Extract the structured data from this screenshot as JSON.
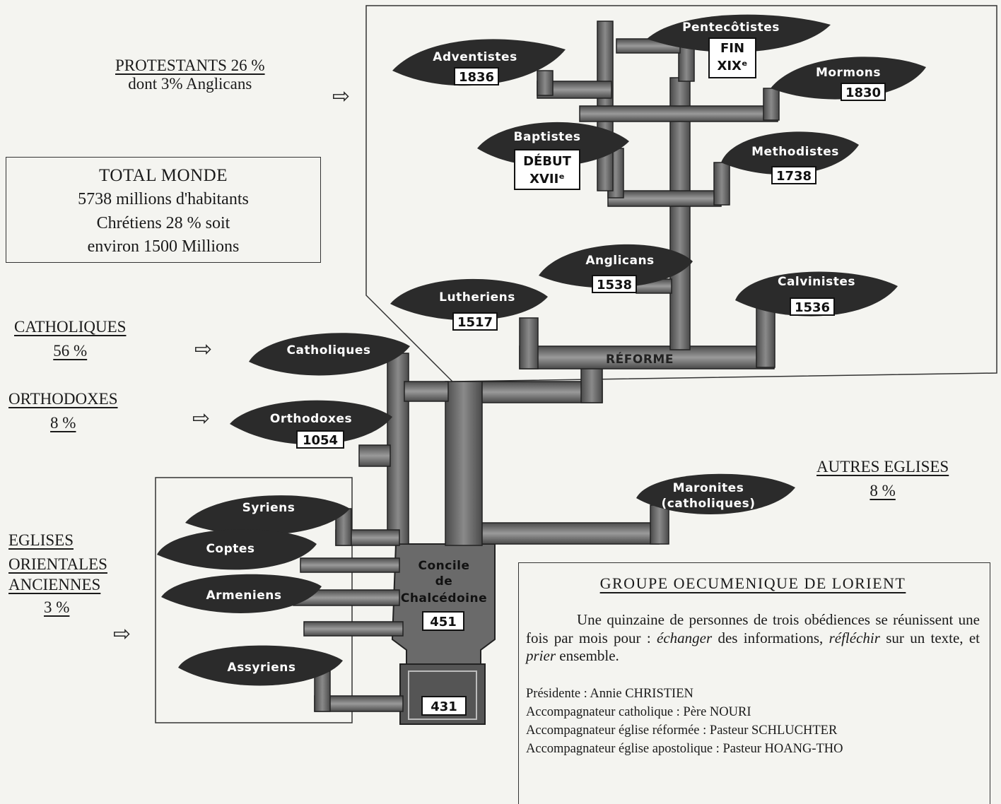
{
  "protestants": {
    "label": "PROTESTANTS 26 %",
    "sub": "dont 3% Anglicans"
  },
  "total": {
    "title": "TOTAL MONDE",
    "line1": "5738 millions d'habitants",
    "line2": "Chrétiens 28 % soit",
    "line3": "environ 1500 Millions"
  },
  "catholiques": {
    "label": "CATHOLIQUES",
    "pct": "56 %"
  },
  "orthodoxes": {
    "label": "ORTHODOXES",
    "pct": "8 %"
  },
  "orientales": {
    "line1": "EGLISES",
    "line2": "ORIENTALES",
    "line3": "ANCIENNES",
    "pct": "3 %"
  },
  "autres": {
    "label": "AUTRES EGLISES",
    "pct": "8 %"
  },
  "arrow_glyph": "⇨",
  "tree": {
    "leaves": {
      "adventistes": {
        "name": "Adventistes",
        "year": "1836"
      },
      "pentecotistes": {
        "name": "Pentecôtistes",
        "year1": "FIN",
        "year2": "XIXᵉ"
      },
      "mormons": {
        "name": "Mormons",
        "year": "1830"
      },
      "baptistes": {
        "name": "Baptistes",
        "year1": "DÉBUT",
        "year2": "XVIIᵉ"
      },
      "methodistes": {
        "name": "Methodistes",
        "year": "1738"
      },
      "anglicans": {
        "name": "Anglicans",
        "year": "1538"
      },
      "lutheriens": {
        "name": "Lutheriens",
        "year": "1517"
      },
      "calvinistes": {
        "name": "Calvinistes",
        "year": "1536"
      },
      "catholiques": {
        "name": "Catholiques"
      },
      "orthodoxes": {
        "name": "Orthodoxes",
        "year": "1054"
      },
      "maronites": {
        "name1": "Maronites",
        "name2": "(catholiques)"
      },
      "syriens": {
        "name": "Syriens"
      },
      "coptes": {
        "name": "Coptes"
      },
      "armeniens": {
        "name": "Armeniens"
      },
      "assyriens": {
        "name": "Assyriens"
      }
    },
    "reforme": "RÉFORME",
    "concile": {
      "line1": "Concile",
      "line2": "de",
      "line3": "Chalcédoine",
      "year": "451"
    },
    "root_year": "431"
  },
  "groupe": {
    "title": "GROUPE OECUMENIQUE DE LORIENT",
    "desc_a": "Une quinzaine de personnes de trois obédiences se réunissent une fois par mois pour : ",
    "desc_b": "échanger",
    "desc_c": " des informations, ",
    "desc_d": "réfléchir",
    "desc_e": " sur un texte, et ",
    "desc_f": "prier",
    "desc_g": " ensemble.",
    "p1": "Présidente : Annie CHRISTIEN",
    "p2": "Accompagnateur catholique : Père NOURI",
    "p3": "Accompagnateur église réformée : Pasteur SCHLUCHTER",
    "p4": "Accompagnateur église apostolique : Pasteur HOANG-THO"
  },
  "colors": {
    "leaf": "#2b2b2b",
    "trunk": "#6a6a6a",
    "trunk_dark": "#3c3c3c",
    "paper": "#f4f4f0"
  }
}
